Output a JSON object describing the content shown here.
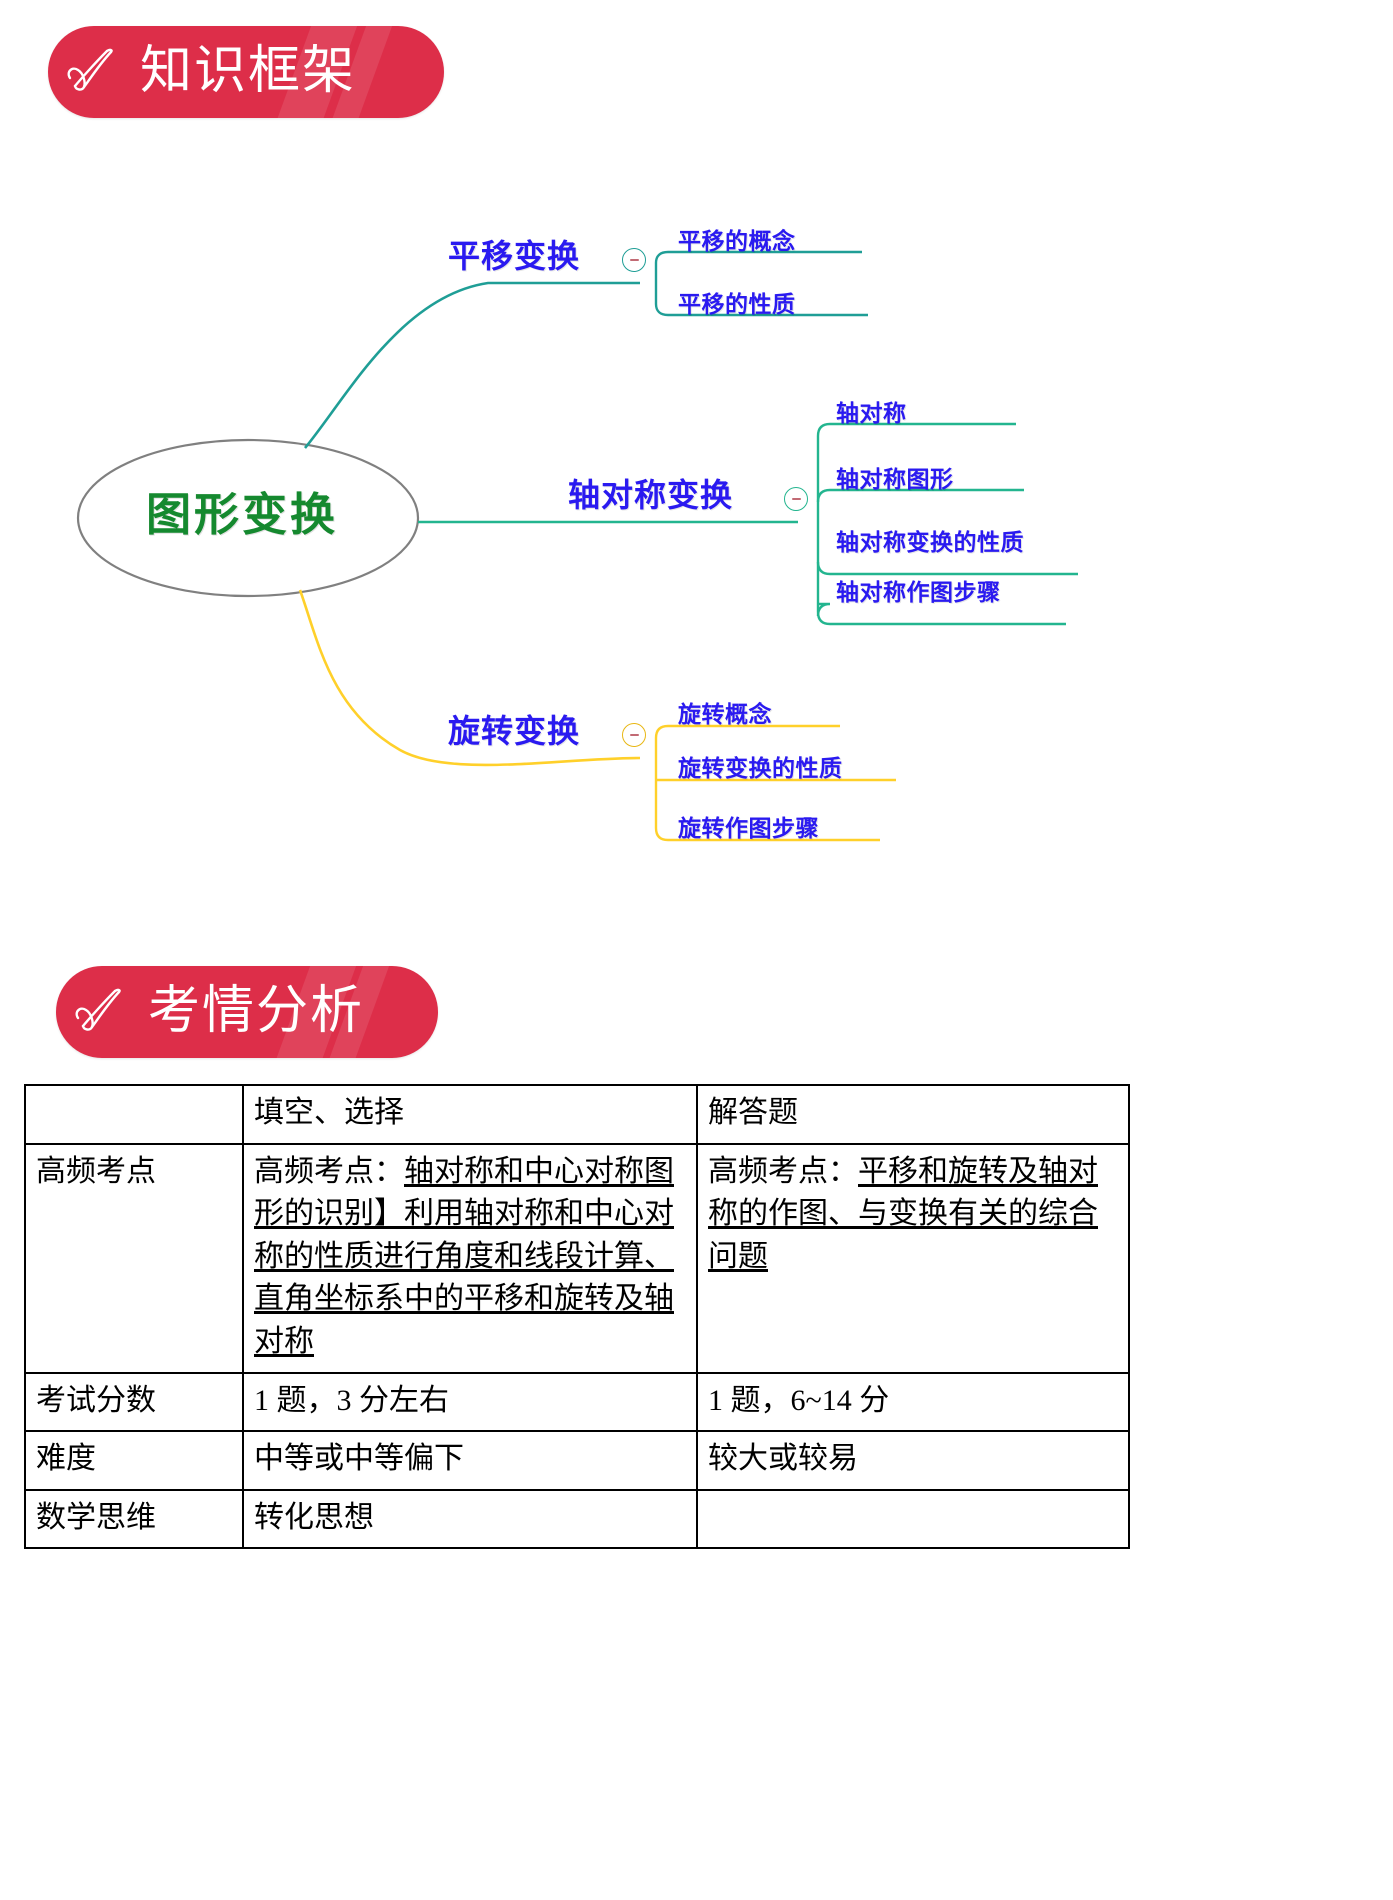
{
  "headers": {
    "knowledge": {
      "title": "知识框架",
      "icon": "check-mark-icon"
    },
    "exam": {
      "title": "考情分析",
      "icon": "check-mark-icon"
    }
  },
  "colors": {
    "pill_red": "#dd2e49",
    "root_green": "#15892f",
    "node_blue": "#2a1af0",
    "branch_teal": "#1f9e96",
    "branch_green": "#23b58f",
    "branch_yellow": "#e8b714",
    "root_outline_gray": "#808080",
    "table_border": "#000000"
  },
  "mindmap": {
    "root": "图形变换",
    "branches": [
      {
        "label": "平移变换",
        "color": "#1f9e96",
        "toggle": "collapse-toggle",
        "children": [
          "平移的概念",
          "平移的性质"
        ]
      },
      {
        "label": "轴对称变换",
        "color": "#23b58f",
        "toggle": "collapse-toggle",
        "children": [
          "轴对称",
          "轴对称图形",
          "轴对称变换的性质",
          "轴对称作图步骤"
        ]
      },
      {
        "label": "旋转变换",
        "color": "#e8b714",
        "toggle": "collapse-toggle",
        "children": [
          "旋转概念",
          "旋转变换的性质",
          "旋转作图步骤"
        ]
      }
    ]
  },
  "table": {
    "columns": [
      "",
      "填空、选择",
      "解答题"
    ],
    "rows": [
      {
        "label": "高频考点",
        "mid_prefix": "高频考点：",
        "mid_underlined": "轴对称和中心对称图形的识别】利用轴对称和中心对称的性质进行角度和线段计算、直角坐标系中的平移和旋转及轴对称",
        "right_prefix": "高频考点：",
        "right_underlined": "平移和旋转及轴对称的作图、与变换有关的综合问题"
      },
      {
        "label": "考试分数",
        "mid": "1 题，3 分左右",
        "right": "1 题，6~14 分"
      },
      {
        "label": "难度",
        "mid": "中等或中等偏下",
        "right": "较大或较易"
      },
      {
        "label": "数学思维",
        "mid": "转化思想",
        "right": ""
      }
    ]
  }
}
